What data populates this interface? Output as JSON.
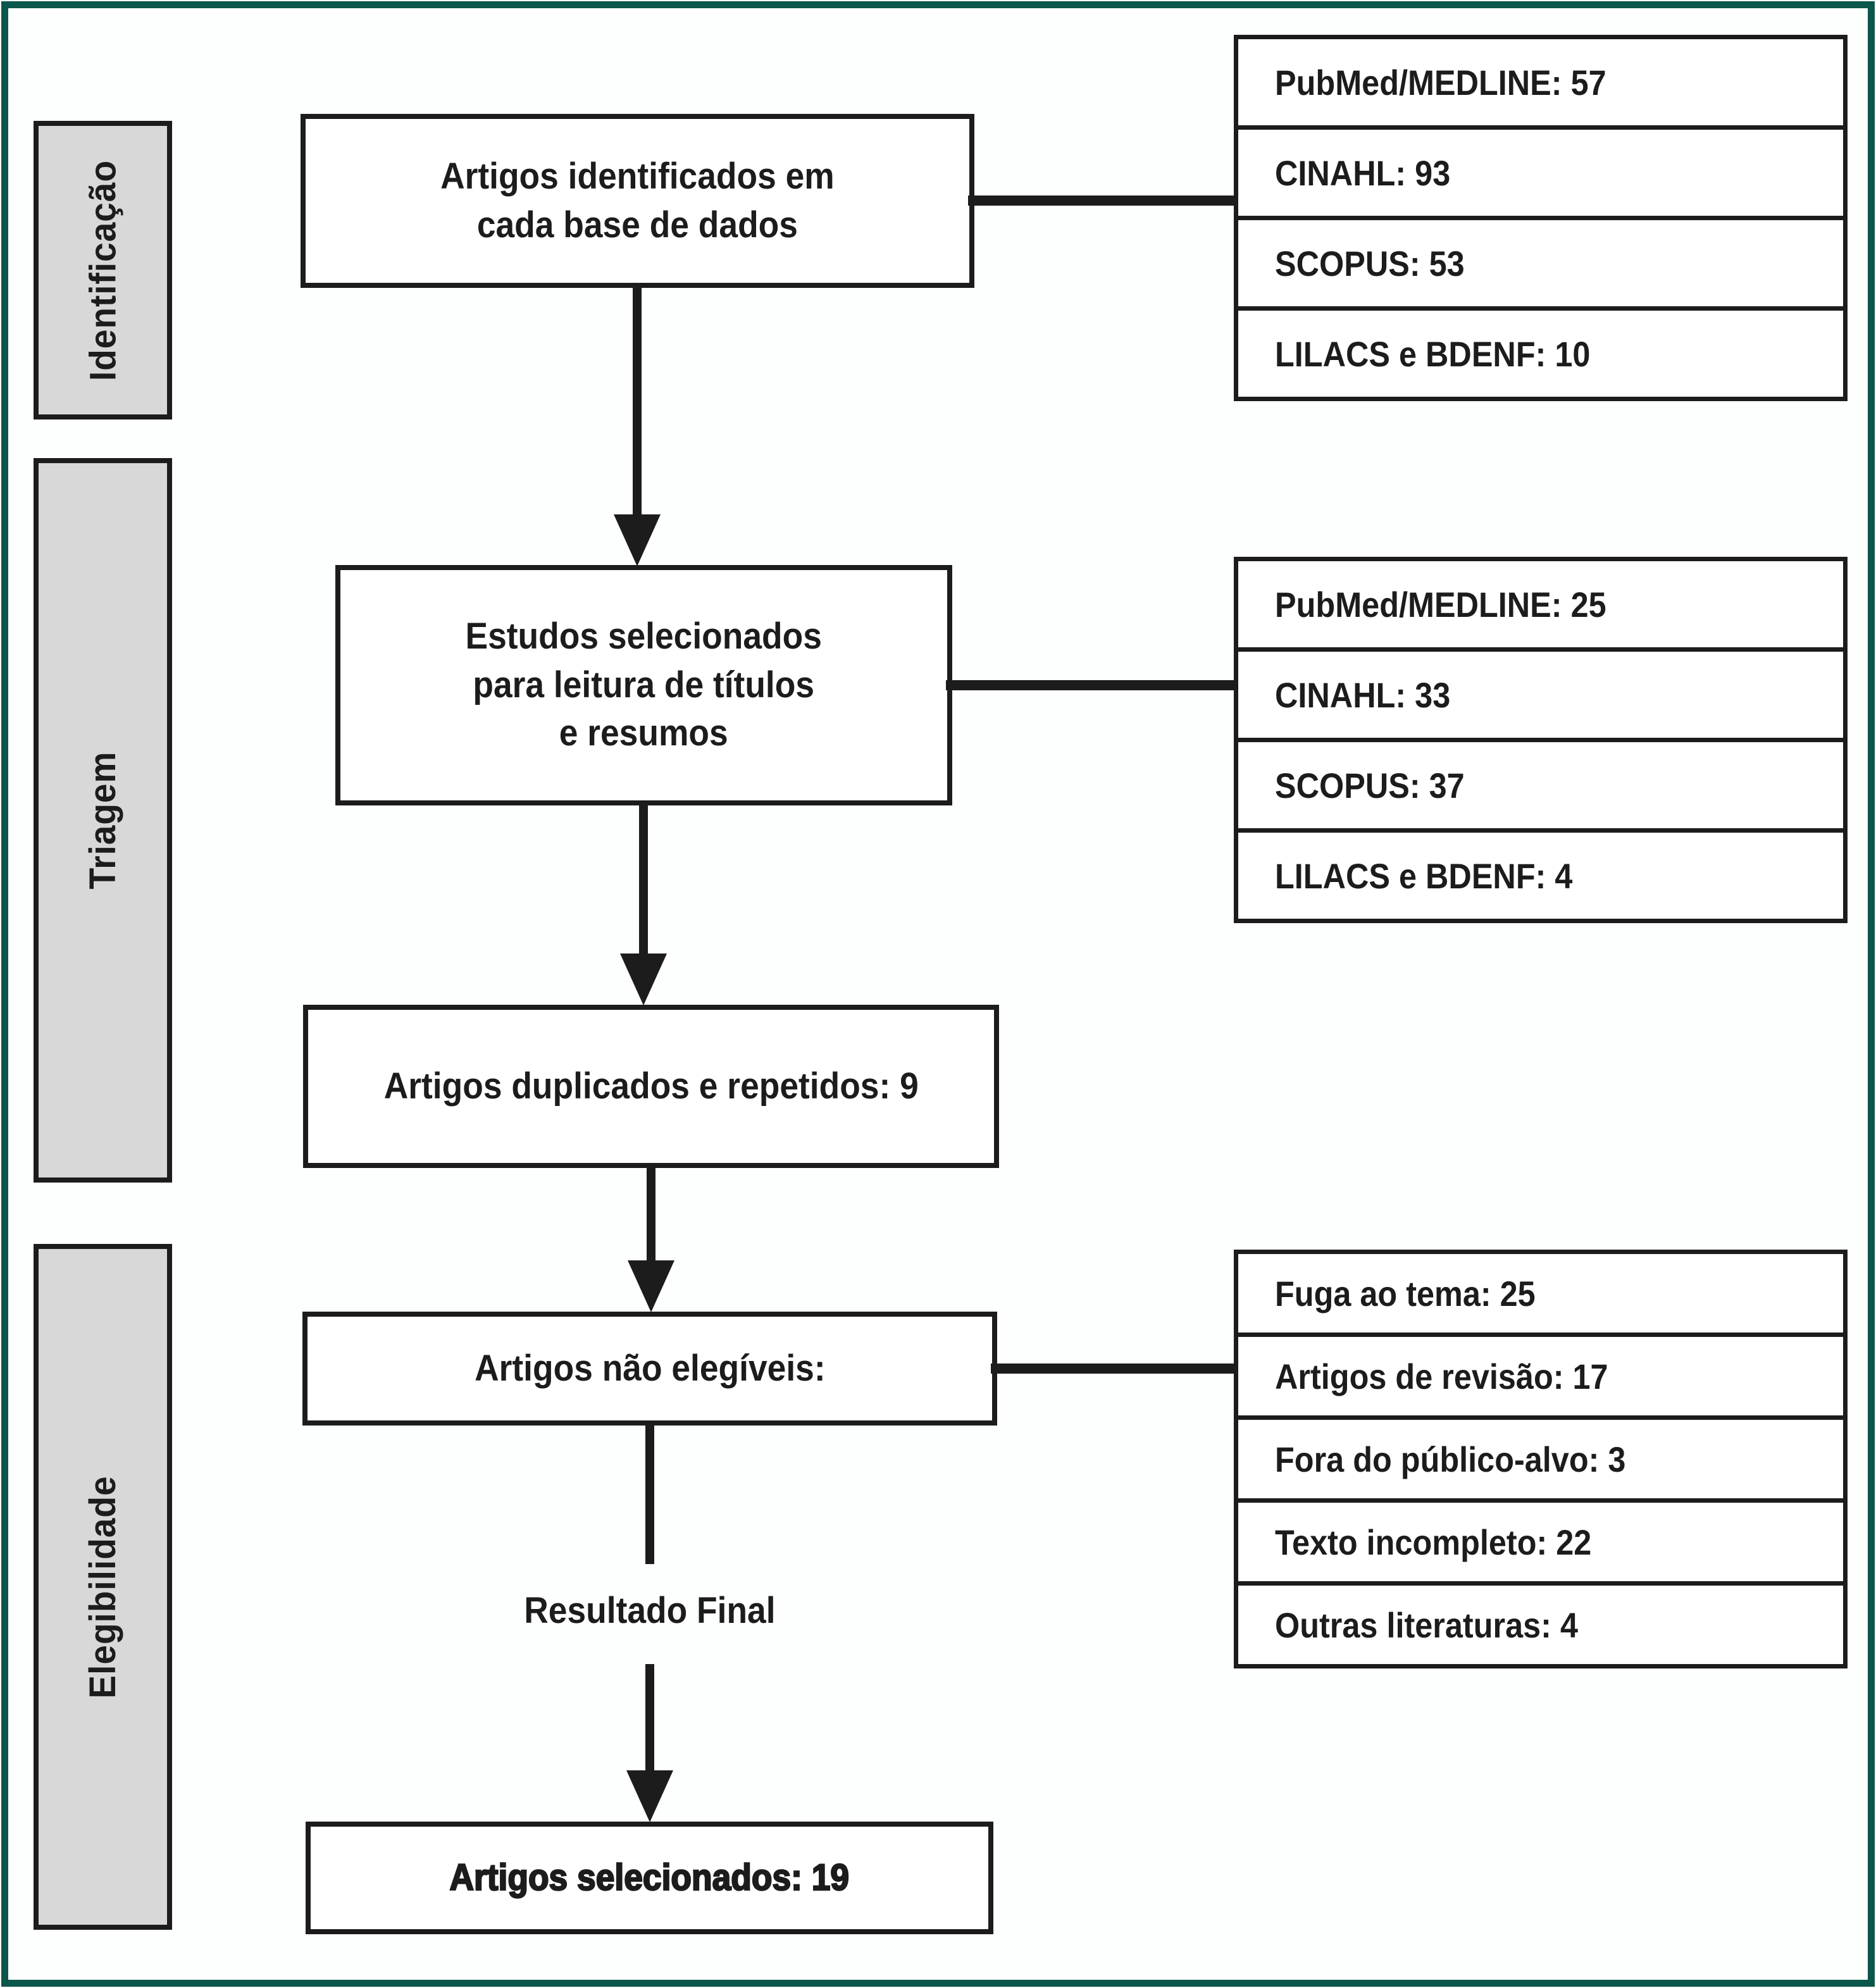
{
  "stages": {
    "identificacao": "Identificação",
    "triagem": "Triagem",
    "elegibilidade": "Elegibilidade"
  },
  "boxes": {
    "identified": "Artigos identificados em\ncada base de dados",
    "selected": "Estudos selecionados\npara leitura de títulos\ne resumos",
    "duplicates": "Artigos duplicados e repetidos: 9",
    "not_eligible": "Artigos não elegíveis:",
    "final_result_label": "Resultado Final",
    "selected_final": "Artigos selecionados: 19"
  },
  "db_identified": {
    "rows": [
      "PubMed/MEDLINE: 57",
      "CINAHL: 93",
      "SCOPUS: 53",
      "LILACS e BDENF: 10"
    ]
  },
  "db_screened": {
    "rows": [
      "PubMed/MEDLINE: 25",
      "CINAHL: 33",
      "SCOPUS: 37",
      "LILACS e BDENF: 4"
    ]
  },
  "exclusions": {
    "rows": [
      "Fuga ao tema: 25",
      "Artigos de revisão: 17",
      "Fora do público-alvo: 3",
      "Texto incompleto: 22",
      "Outras literaturas: 4"
    ]
  },
  "colors": {
    "frame": "#0b574b",
    "stage_background": "#d8d8d8",
    "line": "#1c1c1c"
  }
}
